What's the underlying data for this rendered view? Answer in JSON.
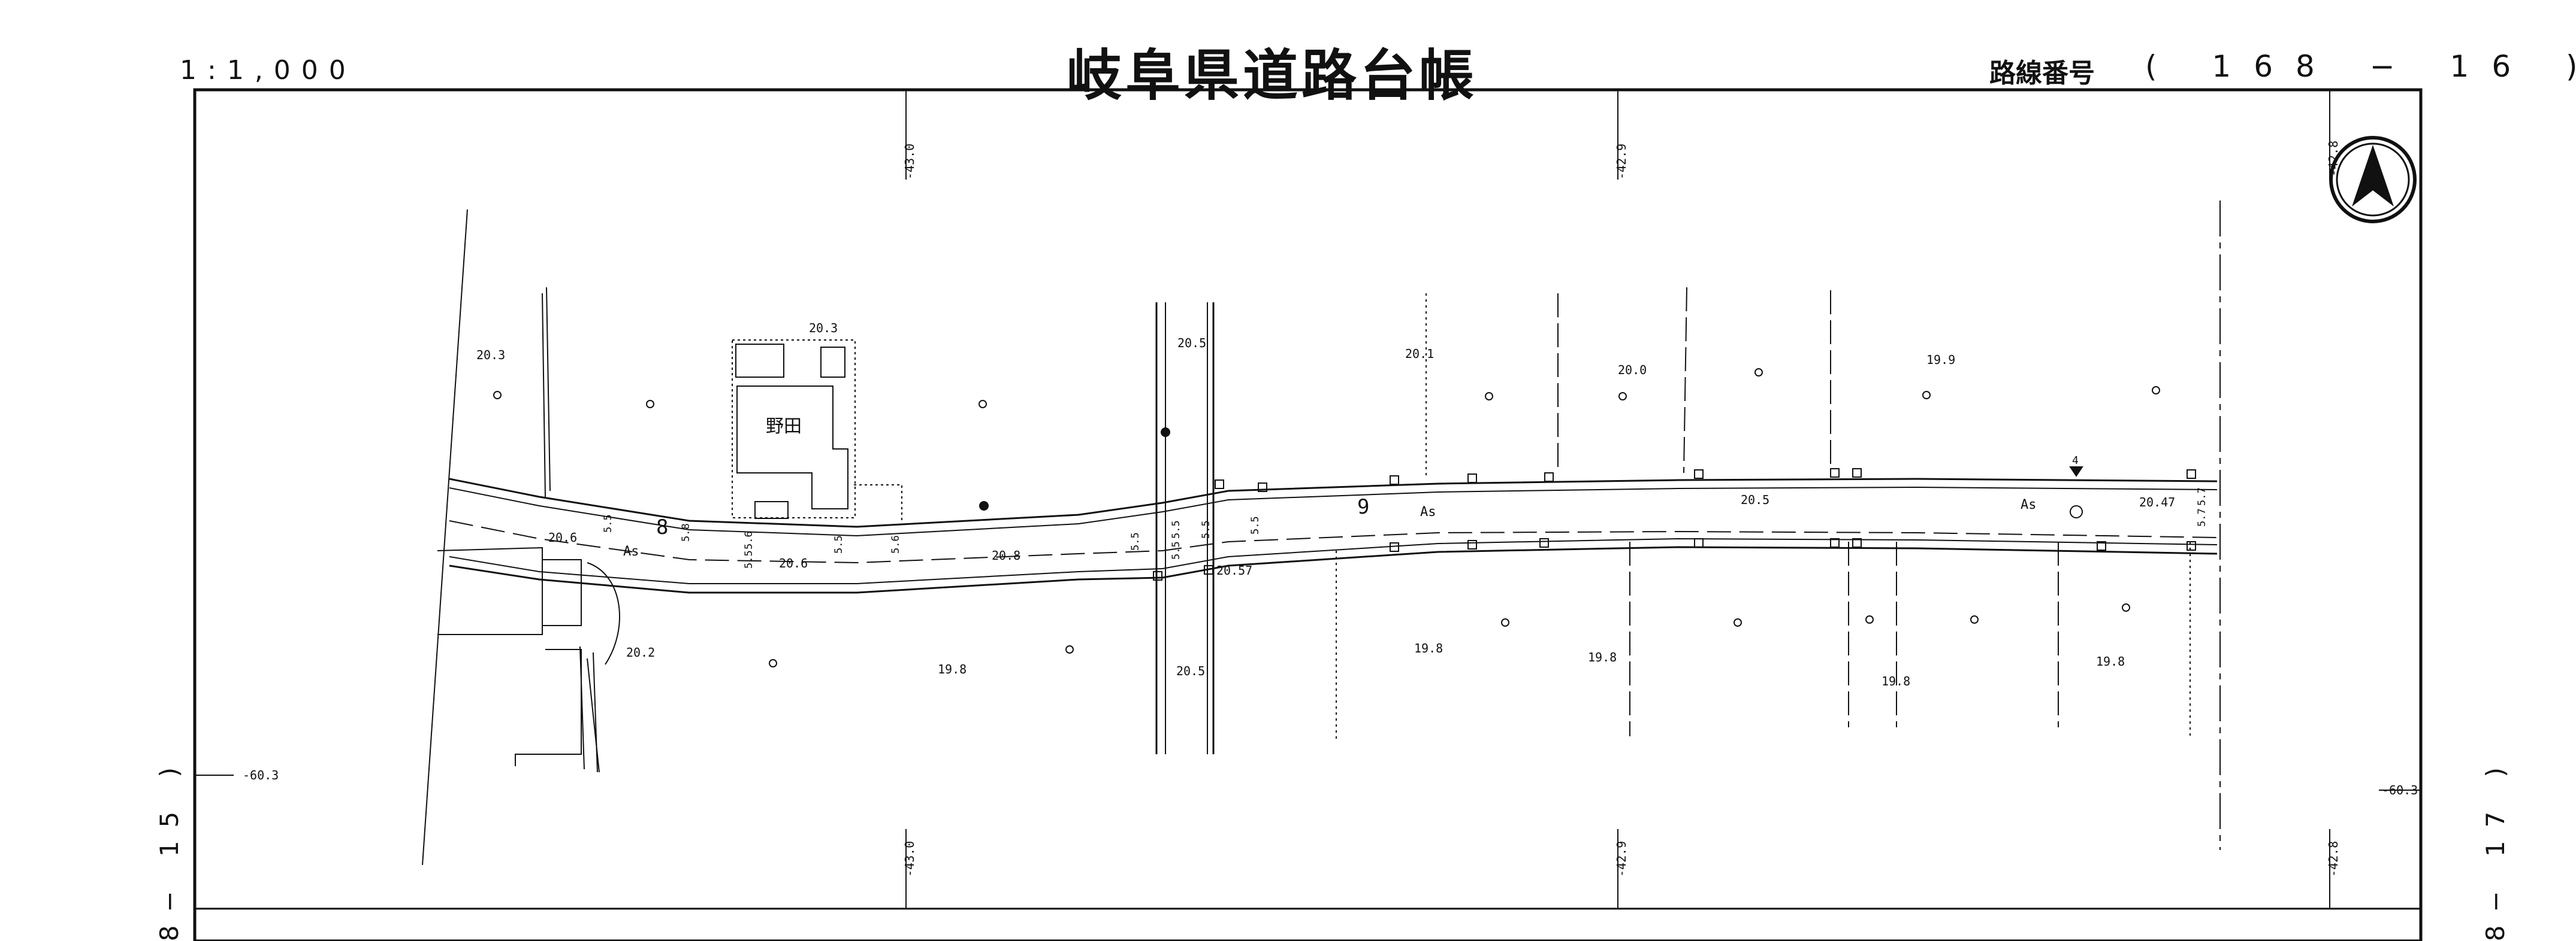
{
  "header": {
    "scale": "1:1,000",
    "title": "岐阜県道路台帳",
    "route_label": "路線番号",
    "route_number": "( 168 − 16 )"
  },
  "margins": {
    "left_sheet_ref": "8− 15 )",
    "right_sheet_ref": "8− 17 )"
  },
  "north_arrow": {
    "icon": "north-arrow-icon"
  },
  "grid_labels": {
    "top_left": "-43.0",
    "top_mid": "-42.9",
    "top_right": "-42.8",
    "bottom_left": "-43.0",
    "bottom_mid": "-42.9",
    "bottom_right": "-42.8",
    "left_mid": "-60.3",
    "right_mid": "-60.3"
  },
  "map": {
    "building_name": "野田",
    "section_numbers": {
      "s8": "8",
      "s9": "9",
      "marker_4": "4"
    },
    "surface_labels": {
      "as1": "As",
      "as2": "As",
      "as3": "As"
    },
    "elevations": {
      "e1": "20.3",
      "e2": "20.3",
      "e3": "20.5",
      "e4": "20.1",
      "e5": "20.0",
      "e6": "19.9",
      "e7": "20.6",
      "e8": "20.6",
      "e9": "20.8",
      "e10": "20.57",
      "e11": "20.5",
      "e12": "20.47",
      "e13": "20.2",
      "e14": "19.8",
      "e15": "20.5",
      "e16": "19.8",
      "e17": "19.8",
      "e18": "19.8",
      "e19": "19.8"
    },
    "widths": {
      "w1": "5.5",
      "w2": "5.8",
      "w3": "5.6",
      "w4": "5.5",
      "w5": "5.6",
      "w6": "5.5",
      "w7": "5.5",
      "w8": "5.5",
      "w9": "5.5",
      "w10": "5.5",
      "w11": "5.5",
      "w12": "5.7",
      "w13": "5.7"
    }
  }
}
